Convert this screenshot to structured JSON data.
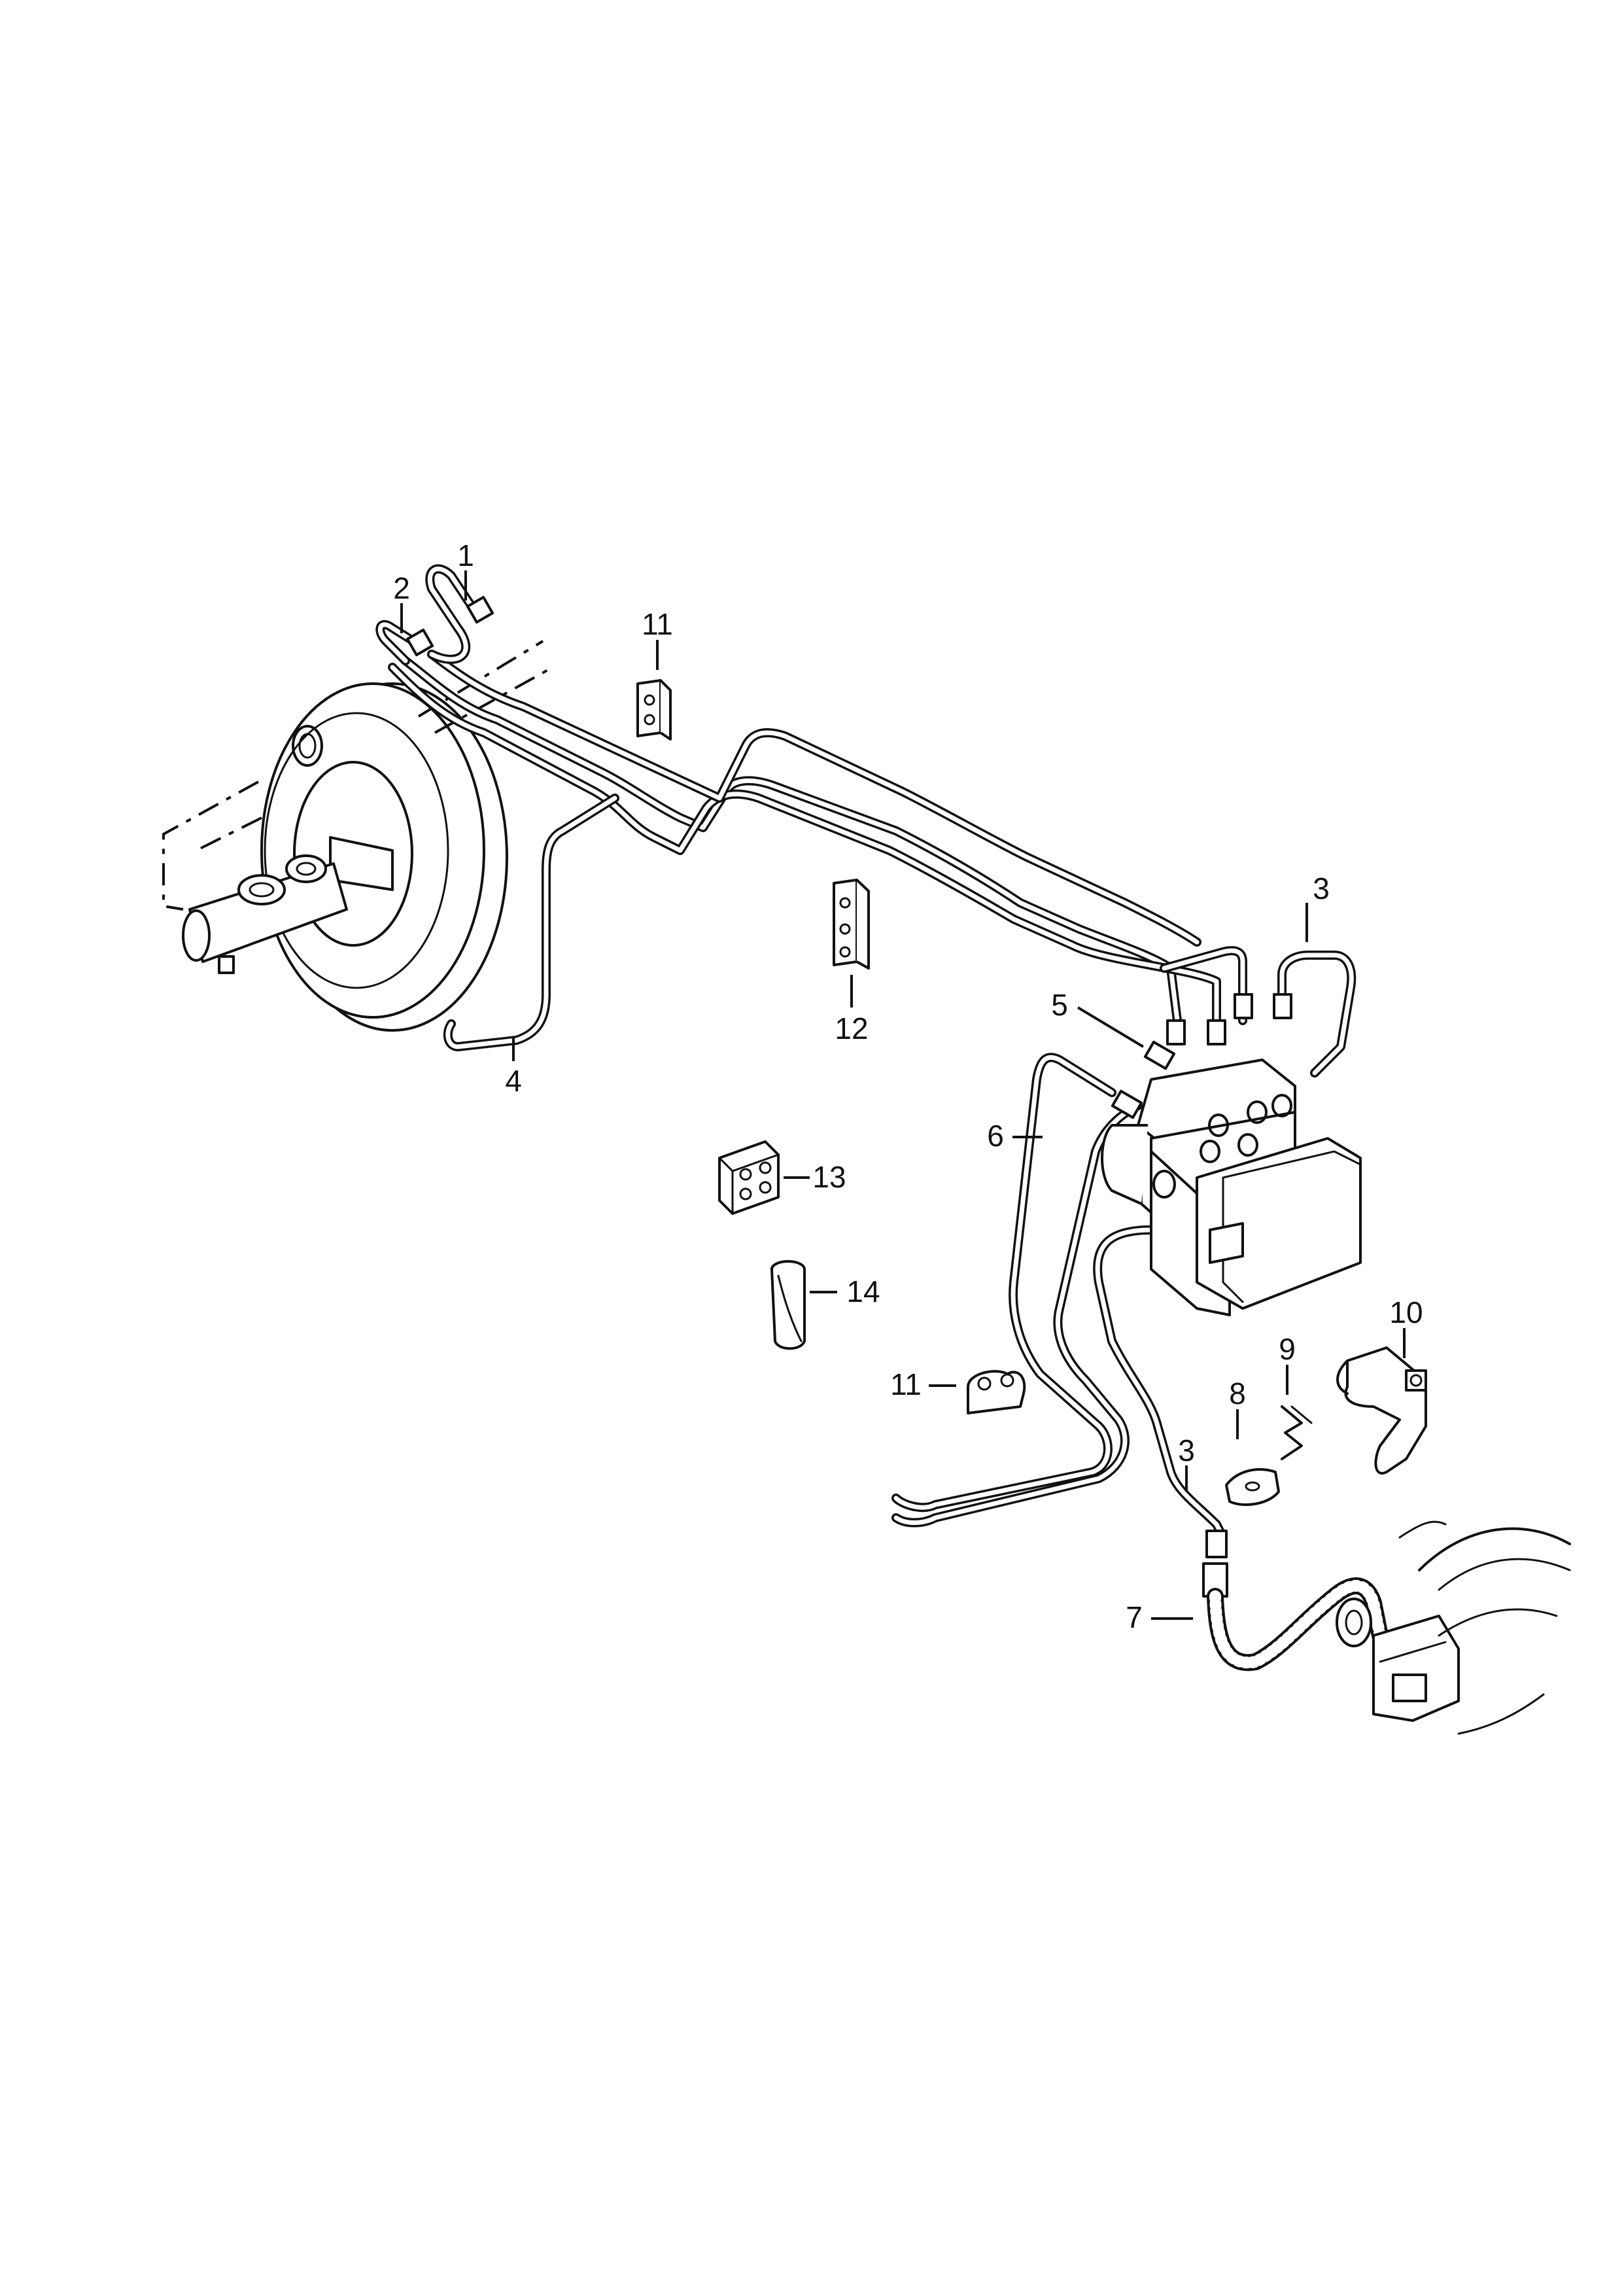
{
  "callouts": [
    {
      "id": "c1",
      "text": "1"
    },
    {
      "id": "c2",
      "text": "2"
    },
    {
      "id": "c3a",
      "text": "3"
    },
    {
      "id": "c3b",
      "text": "3"
    },
    {
      "id": "c4",
      "text": "4"
    },
    {
      "id": "c5",
      "text": "5"
    },
    {
      "id": "c6",
      "text": "6"
    },
    {
      "id": "c7",
      "text": "7"
    },
    {
      "id": "c8",
      "text": "8"
    },
    {
      "id": "c9",
      "text": "9"
    },
    {
      "id": "c10",
      "text": "10"
    },
    {
      "id": "c11a",
      "text": "11"
    },
    {
      "id": "c11b",
      "text": "11"
    },
    {
      "id": "c12",
      "text": "12"
    },
    {
      "id": "c13",
      "text": "13"
    },
    {
      "id": "c14",
      "text": "14"
    }
  ]
}
